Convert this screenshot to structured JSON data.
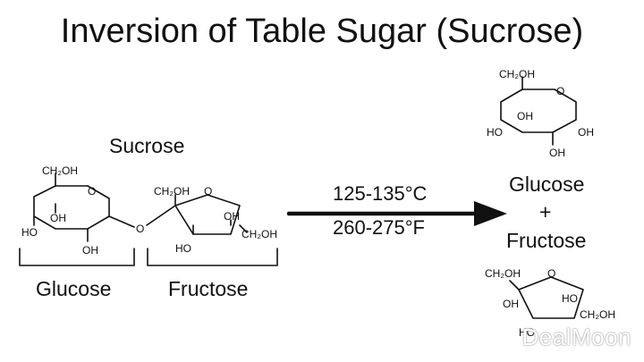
{
  "title": "Inversion of Table Sugar (Sucrose)",
  "reactant": {
    "name": "Sucrose",
    "glucose_part_label": "Glucose",
    "fructose_part_label": "Fructose",
    "atoms": {
      "ring_oxygen": "O",
      "bridge_oxygen": "O",
      "ch2oh": "CH₂OH",
      "oh": "OH",
      "ho": "HO"
    }
  },
  "conditions": {
    "celsius": "125-135°C",
    "fahrenheit": "260-275°F"
  },
  "products": {
    "glucose": "Glucose",
    "plus": "+",
    "fructose": "Fructose"
  },
  "watermark": "DealMoon"
}
